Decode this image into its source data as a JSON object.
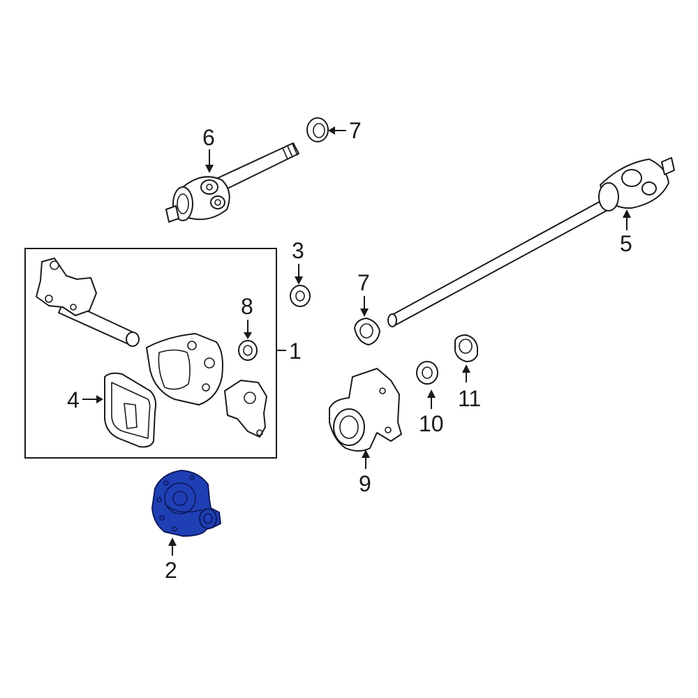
{
  "callouts": {
    "c1": "1",
    "c2": "2",
    "c3": "3",
    "c4": "4",
    "c5": "5",
    "c6": "6",
    "c7a": "7",
    "c7b": "7",
    "c8": "8",
    "c9": "9",
    "c10": "10",
    "c11": "11"
  },
  "colors": {
    "highlight": "#1f3fb4",
    "line": "#1a1a1a",
    "background": "#ffffff"
  },
  "highlighted_part": "2"
}
